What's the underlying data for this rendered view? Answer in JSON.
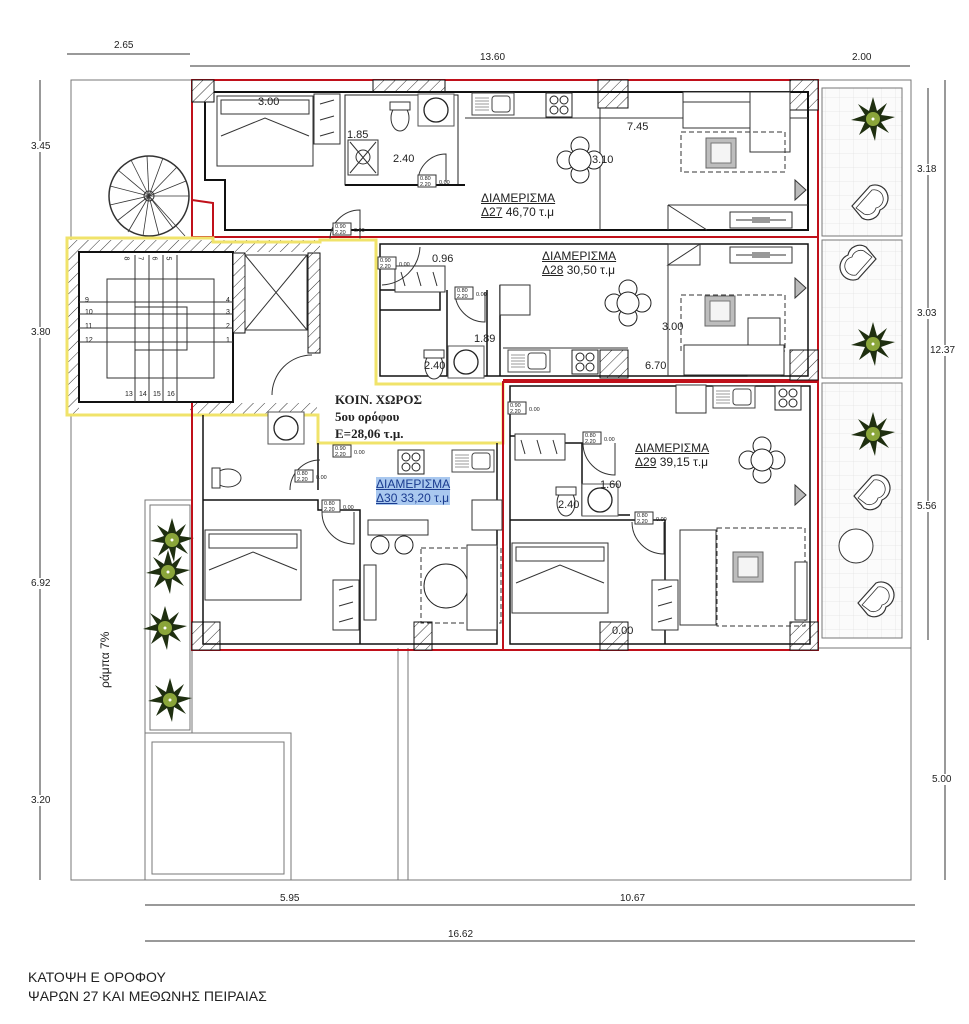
{
  "drawing": {
    "title_line1": "ΚΑΤΟΨΗ Ε ΟΡΟΦΟΥ",
    "title_line2": "ΨΑΡΩΝ 27 ΚΑΙ ΜΕΘΩΝΗΣ ΠΕΙΡΑΙΑΣ",
    "colors": {
      "apartment_outline": "#c0101a",
      "common_area_outline": "#f0e36a",
      "walls": "#111111",
      "hatch": "#333333",
      "highlight": "#a9c8ef",
      "plants": "#2f4a1a"
    }
  },
  "dimensions": {
    "top": [
      "2.65",
      "13.60",
      "2.00"
    ],
    "left": [
      "3.45",
      "3.80",
      "6.92",
      "3.20"
    ],
    "right_inner": [
      "3.18",
      "3.03",
      "5.56"
    ],
    "right_outer": [
      "12.37",
      "5.00"
    ],
    "bottom": [
      "5.95",
      "10.67"
    ],
    "bottom_total": "16.62"
  },
  "apartments": [
    {
      "label": "ΔΙΑΜΕΡΙΣΜΑ",
      "code": "Δ27",
      "area": "46,70 τ.μ",
      "room_dims": [
        "3.00",
        "1.85",
        "2.40",
        "7.45",
        "3.10"
      ]
    },
    {
      "label": "ΔΙΑΜΕΡΙΣΜΑ",
      "code": "Δ28",
      "area": "30,50 τ.μ",
      "room_dims": [
        "0.96",
        "1.89",
        "2.40",
        "3.00",
        "6.70"
      ]
    },
    {
      "label": "ΔΙΑΜΕΡΙΣΜΑ",
      "code": "Δ29",
      "area": "39,15 τ.μ",
      "room_dims": [
        "1.60",
        "2.40",
        "0.00"
      ]
    },
    {
      "label": "ΔΙΑΜΕΡΙΣΜΑ",
      "code": "Δ30",
      "area": "33,20 τ.μ",
      "room_dims": []
    }
  ],
  "common_area": {
    "line1": "ΚΟΙΝ. ΧΩΡΟΣ",
    "line2": "5ου ορόφου",
    "line3": "Ε=28,06 τ.μ."
  },
  "stair_numbers": {
    "top": [
      "8",
      "7",
      "6",
      "5"
    ],
    "left": [
      "9",
      "10",
      "11",
      "12"
    ],
    "right": [
      "4",
      "3",
      "2",
      "1"
    ],
    "bottom": [
      "13",
      "14",
      "15",
      "16"
    ]
  },
  "door_tags": [
    {
      "w": "0.80",
      "h": "2.20",
      "sill": "0.00"
    },
    {
      "w": "0.90",
      "h": "2.20",
      "sill": "0.00"
    }
  ],
  "ramp_label": "ράμπα 7%"
}
